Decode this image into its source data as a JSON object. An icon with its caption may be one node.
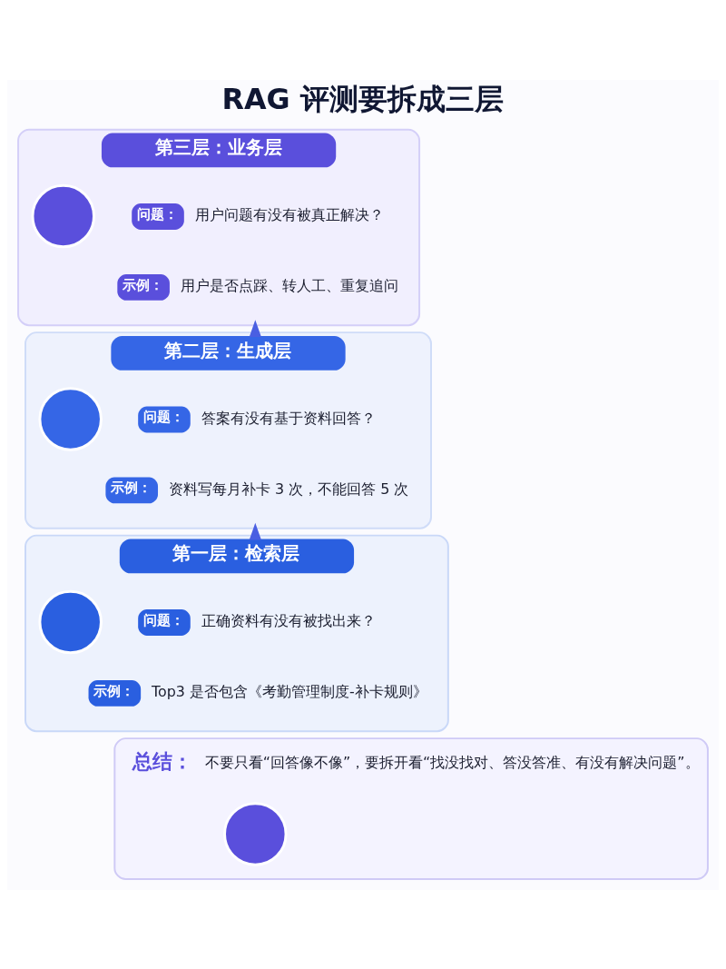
{
  "diagram": {
    "title": "RAG 评测要拆成三层",
    "nodes": [
      {
        "text": [
          "第三层：业务层"
        ]
      },
      {
        "text": [],
        "shape": "circle",
        "in": 0
      },
      {
        "text": [
          "问题："
        ],
        "in": 0,
        "beside": [
          "用户问题有没有被真正解决？"
        ]
      },
      {
        "text": [
          "示例："
        ],
        "in": 0,
        "beside": [
          "用户是否点踩、转人工、重复追问"
        ]
      },
      {
        "text": [
          "第二层：生成层"
        ]
      },
      {
        "text": [],
        "shape": "circle",
        "in": 4
      },
      {
        "text": [
          "问题："
        ],
        "in": 4,
        "beside": [
          "答案有没有基于资料回答？"
        ]
      },
      {
        "text": [
          "示例："
        ],
        "in": 4,
        "beside": [
          "资料写每月补卡 3 次，不能回答 5 次"
        ]
      },
      {
        "text": [
          "第一层：检索层"
        ]
      },
      {
        "text": [],
        "shape": "circle",
        "in": 8
      },
      {
        "text": [
          "问题："
        ],
        "in": 8,
        "beside": [
          "正确资料有没有被找出来？"
        ]
      },
      {
        "text": [
          "示例："
        ],
        "in": 8,
        "beside": [
          "Top3 是否包含《考勤管理制度-补卡规则》"
        ]
      },
      {
        "text": [
          "总结：",
          "不要只看“回答像不像”，要拆开看“找没找对、答没答准、有没有解决问题”。"
        ]
      },
      {
        "text": [],
        "shape": "circle",
        "in": 12
      }
    ],
    "edges": [
      {
        "from": 8,
        "to": 4,
        "arrow": "to"
      },
      {
        "from": 4,
        "to": 0,
        "arrow": "to"
      }
    ]
  }
}
